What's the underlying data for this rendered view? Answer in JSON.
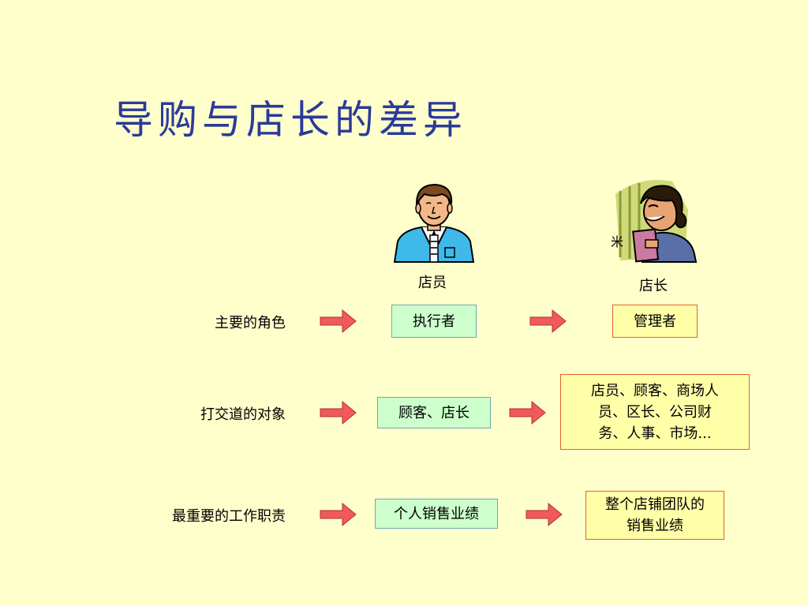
{
  "title": "导购与店长的差异",
  "figures": {
    "clerk": {
      "label": "店员",
      "icon": "male-clerk-figure-icon"
    },
    "manager": {
      "label": "店长",
      "icon": "female-manager-figure-icon"
    }
  },
  "rows": [
    {
      "label": "主要的角色",
      "clerk": "执行者",
      "manager": "管理者"
    },
    {
      "label": "打交道的对象",
      "clerk": "顾客、店长",
      "manager": [
        "店员、顾客、商场人",
        "员、区长、公司财",
        "务、人事、市场..."
      ]
    },
    {
      "label": "最重要的工作职责",
      "clerk": "个人销售业绩",
      "manager": [
        "整个店铺团队的",
        "销售业绩"
      ]
    }
  ],
  "colors": {
    "background": "#ffffcc",
    "title": "#2b3a9a",
    "clerk_box_fill": "#ccffcc",
    "manager_box_fill": "#ffffa8",
    "arrow": "#f05a5a"
  }
}
